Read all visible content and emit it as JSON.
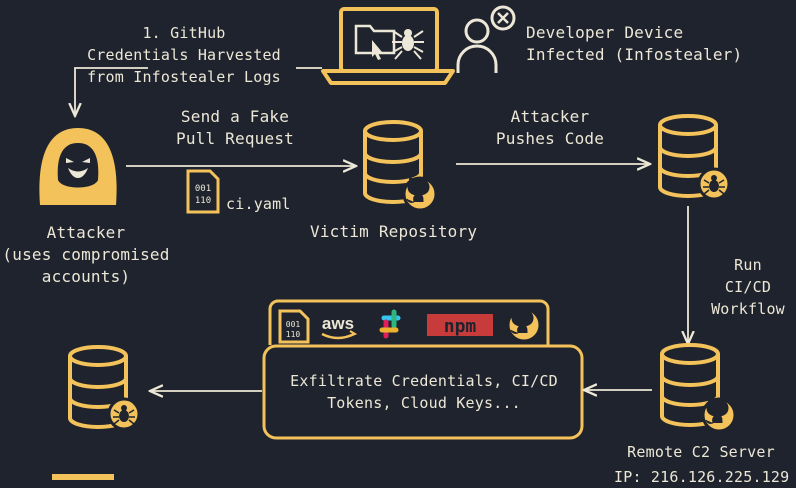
{
  "colors": {
    "background": "#1f232d",
    "accent": "#f4c25a",
    "ink": "#ece7d6",
    "npm_red": "#c83b3b"
  },
  "labels": {
    "step1": [
      "1. GitHub",
      "Credentials Harvested",
      "from Infostealer Logs"
    ],
    "developer": [
      "Developer Device",
      "Infected (Infostealer)"
    ],
    "fake_pr": [
      "Send a Fake",
      "Pull Request"
    ],
    "attacker_push": [
      "Attacker",
      "Pushes Code"
    ],
    "ci_file": "ci.yaml",
    "victim_repo": "Victim Repository",
    "attacker": [
      "Attacker",
      "(uses compromised",
      "accounts)"
    ],
    "run_ci": [
      "Run",
      "CI/CD",
      "Workflow"
    ],
    "exfiltrate": [
      "Exfiltrate Credentials, CI/CD",
      "Tokens, Cloud Keys..."
    ],
    "remote_c2": "Remote C2 Server",
    "ip_partial": "IP: 216.126.225.129",
    "file_icon_text": [
      "001",
      "110"
    ],
    "aws_text": "aws",
    "npm_text": "npm"
  },
  "icons": {
    "laptop": "laptop-folder-spider-icon",
    "infected_user": "user-x-icon",
    "attacker": "hooded-hacker-icon",
    "database": "database-icon",
    "github": "github-icon",
    "bug": "bug-icon",
    "file": "binary-file-icon",
    "aws": "aws-icon",
    "slack": "slack-icon",
    "npm": "npm-icon"
  }
}
